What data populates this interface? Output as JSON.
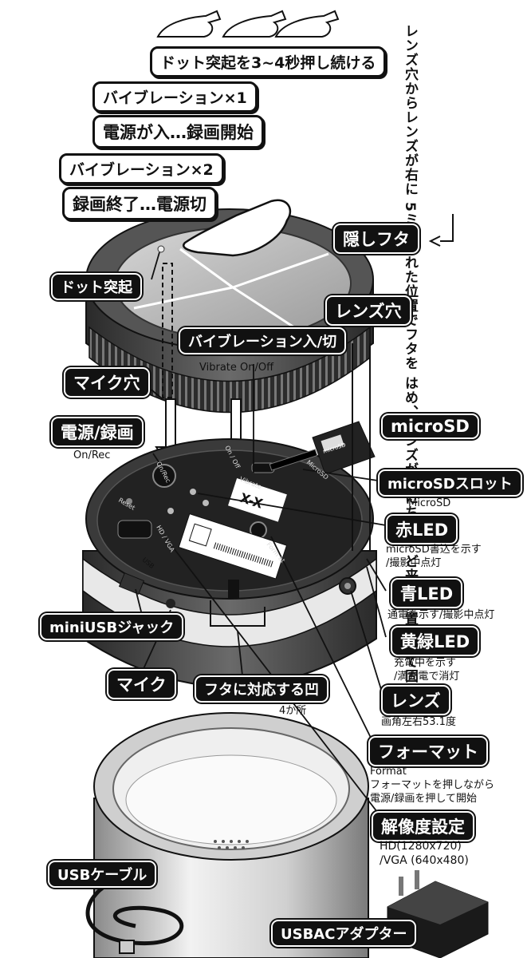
{
  "labels": {
    "dot_press": "ドット突起を3~4秒押し続ける",
    "vib1": "バイブレーション×1",
    "power_on": "電源が入…録画開始",
    "vib2": "バイブレーション×2",
    "power_off": "録画終了…電源切",
    "dot": "ドット突起",
    "hidden_lid": "隠しフタ",
    "lens_hole": "レンズ穴",
    "vib_switch": "バイブレーション入/切",
    "vib_switch_en": "Vibrate On/Off",
    "mic_hole": "マイク穴",
    "power_rec": "電源/録画",
    "power_rec_en": "On/Rec",
    "microsd": "microSD",
    "microsd_slot": "microSDスロット",
    "microsd_slot_en": "MicroSD",
    "red_led": "赤LED",
    "red_led_note": [
      "microSD書込を示す",
      "/撮影中点灯"
    ],
    "blue_led": "青LED",
    "blue_led_note": "通電を示す/撮影中点灯",
    "yg_led": "黄緑LED",
    "yg_led_note": [
      "充電中を示す",
      "/満充電で消灯"
    ],
    "miniusb": "miniUSBジャック",
    "mic": "マイク",
    "lid_notch": "フタに対応する凹",
    "lid_notch_note": "4か所",
    "lens": "レンズ",
    "lens_note": "画角左右53.1度",
    "format": "フォーマット",
    "format_note": [
      "Format",
      "フォーマットを押しながら",
      "電源/録画を押して開始"
    ],
    "resolution": "解像度設定",
    "resolution_note": [
      "HD(1280x720)",
      "/VGA (640x480)"
    ],
    "usb_cable": "USBケーブル",
    "usbac": "USBACアダプター"
  },
  "vertical_note": [
    "レンズ穴からレンズが右に",
    "5ミリずれた位置でフタを",
    "はめ、レンズが穴にちょう",
    "ど来る位置にして固定"
  ],
  "device_text": {
    "onrec": "On/Rec",
    "onoff": "On / Off",
    "vibrate": "Vibrate",
    "microsd": "MicroSD",
    "reset": "Reset",
    "hdvga": "HD / VGA",
    "usb": "USB",
    "format": "Form at",
    "logo": "X-X",
    "card": "microSD"
  }
}
